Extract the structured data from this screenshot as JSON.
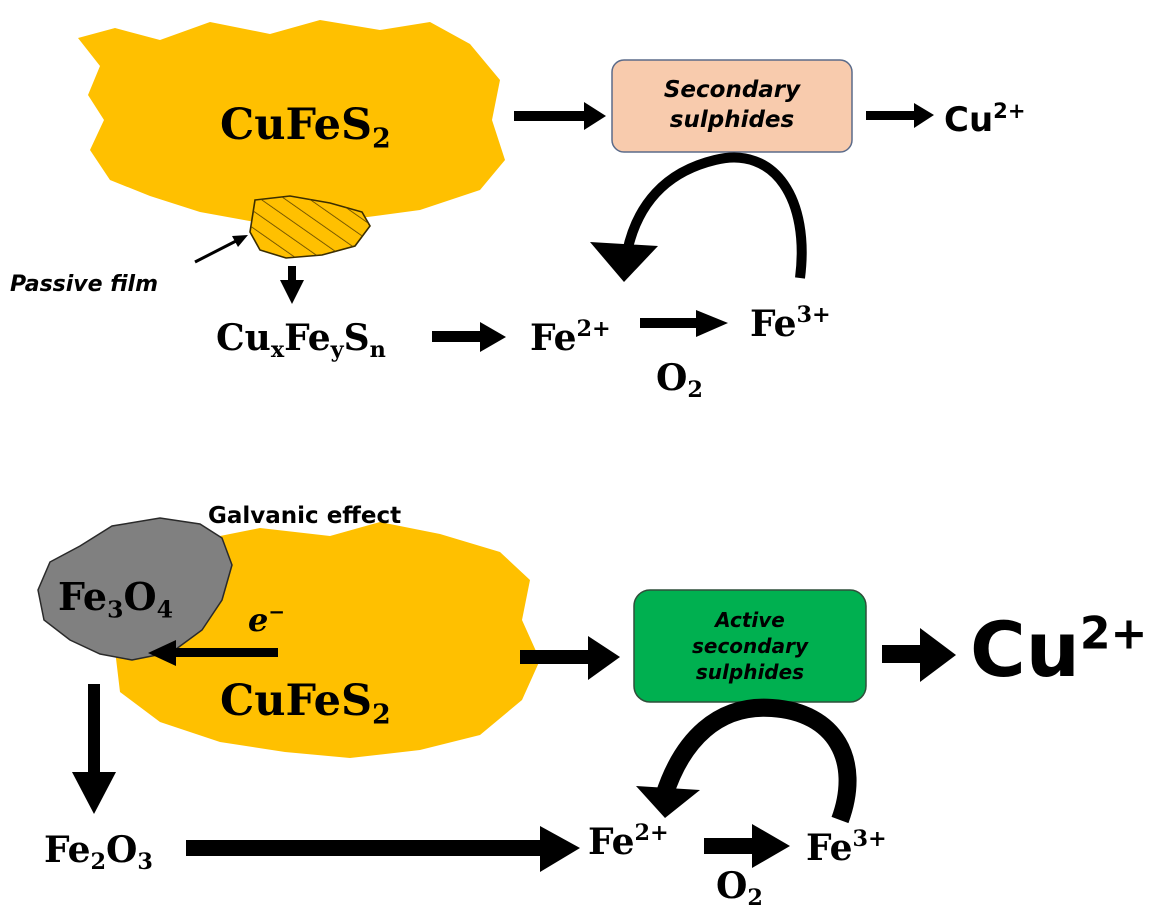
{
  "colors": {
    "mineral_fill": "#FFC000",
    "magnetite_fill": "#808080",
    "secondary_box": "#F8CBAD",
    "active_box": "#00B050",
    "arrow": "#000000"
  },
  "top": {
    "mineral": {
      "main": "CuFeS",
      "sub": "2"
    },
    "passive_label": "Passive film",
    "box_label_line1": "Secondary",
    "box_label_line2": "sulphides",
    "cu_ion": {
      "main": "Cu",
      "sup": "2+"
    },
    "cufes_n": {
      "p1": "Cu",
      "s1": "x",
      "p2": "Fe",
      "s2": "y",
      "p3": "S",
      "s3": "n"
    },
    "fe2": {
      "main": "Fe",
      "sup": "2+"
    },
    "fe3": {
      "main": "Fe",
      "sup": "3+"
    },
    "oxygen": {
      "main": "O",
      "sub": "2"
    }
  },
  "bottom": {
    "galvanic_label": "Galvanic effect",
    "magnetite": {
      "p1": "Fe",
      "s1": "3",
      "p2": "O",
      "s2": "4"
    },
    "electron": {
      "main": "e",
      "sup": "−"
    },
    "mineral": {
      "main": "CuFeS",
      "sub": "2"
    },
    "box_label_line1": "Active",
    "box_label_line2": "secondary",
    "box_label_line3": "sulphides",
    "cu_ion": {
      "main": "Cu",
      "sup": "2+"
    },
    "hematite": {
      "p1": "Fe",
      "s1": "2",
      "p2": "O",
      "s2": "3"
    },
    "fe2": {
      "main": "Fe",
      "sup": "2+"
    },
    "fe3": {
      "main": "Fe",
      "sup": "3+"
    },
    "oxygen": {
      "main": "O",
      "sub": "2"
    }
  }
}
